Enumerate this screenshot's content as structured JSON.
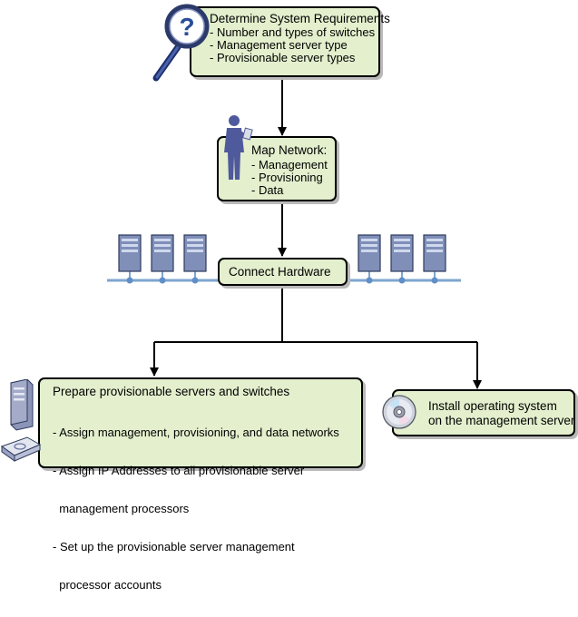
{
  "step_requirements": {
    "title": "Determine System Requirements",
    "items": [
      "- Number and types of switches",
      "- Management server type",
      "- Provisionable server types"
    ]
  },
  "step_map_network": {
    "title": "Map Network:",
    "items": [
      "- Management",
      "- Provisioning",
      "- Data"
    ]
  },
  "step_connect": {
    "title": "Connect Hardware"
  },
  "step_prepare": {
    "title": "Prepare provisionable servers and switches",
    "items": [
      "- Assign management, provisioning, and data networks",
      "- Assign IP Addresses to all provisionable server",
      "  management processors",
      "- Set up the provisionable server management",
      "  processor accounts"
    ]
  },
  "step_install": {
    "lines": [
      "Install operating system",
      "on the management server"
    ]
  },
  "icons": {
    "requirements": "magnifier-question-icon",
    "map": "person-with-clipboard-icon",
    "servers": "server-tower-icon",
    "prepare": "server-and-switch-icon",
    "install": "cd-disc-icon"
  },
  "colors": {
    "box_fill": "#e3efcd",
    "network_line": "#7ea6cf",
    "server_body": "#7f8fb8"
  }
}
